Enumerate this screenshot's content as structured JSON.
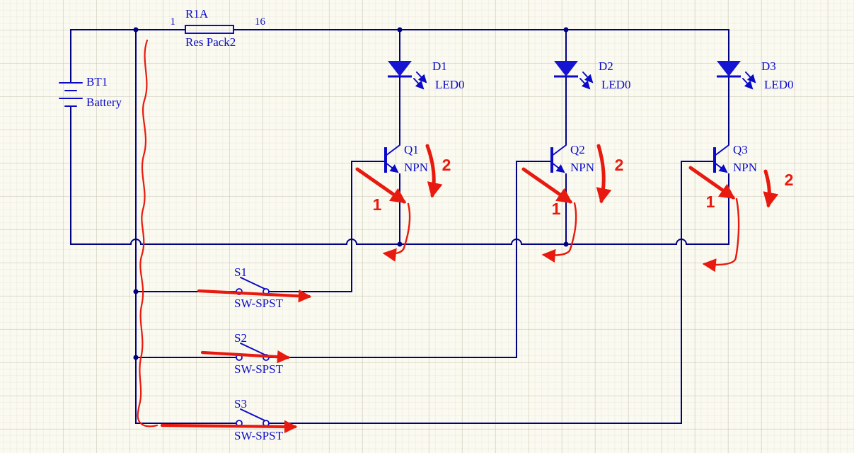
{
  "colors": {
    "background": "#FBFAF1",
    "wire_navy": "#000082",
    "component_blue": "#0A0AC8",
    "led_fill_blue": "#1414D2",
    "annotation_red": "#E8190E"
  },
  "components": {
    "battery": {
      "designator": "BT1",
      "type": "Battery"
    },
    "resistor": {
      "designator": "R1A",
      "type": "Res Pack2",
      "pin_left": "1",
      "pin_right": "16"
    },
    "leds": [
      {
        "designator": "D1",
        "type": "LED0"
      },
      {
        "designator": "D2",
        "type": "LED0"
      },
      {
        "designator": "D3",
        "type": "LED0"
      }
    ],
    "transistors": [
      {
        "designator": "Q1",
        "type": "NPN"
      },
      {
        "designator": "Q2",
        "type": "NPN"
      },
      {
        "designator": "Q3",
        "type": "NPN"
      }
    ],
    "switches": [
      {
        "designator": "S1",
        "type": "SW-SPST"
      },
      {
        "designator": "S2",
        "type": "SW-SPST"
      },
      {
        "designator": "S3",
        "type": "SW-SPST"
      }
    ]
  },
  "annotations": {
    "steps": [
      "1",
      "2"
    ]
  }
}
